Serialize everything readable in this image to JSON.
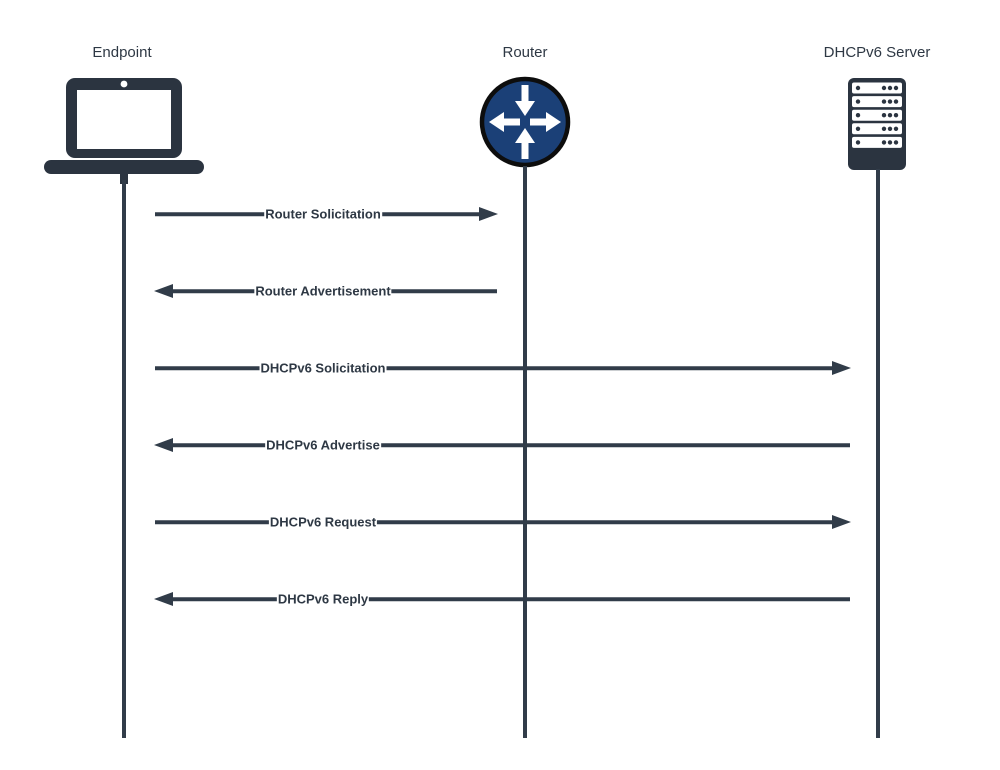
{
  "colors": {
    "line": "#313c49",
    "text": "#2e3844",
    "icon": "#2b3440",
    "router_fill": "#1b4077",
    "router_stroke": "#0d0d0d",
    "bg": "#ffffff"
  },
  "actors": [
    {
      "id": "endpoint",
      "label": "Endpoint",
      "icon": "laptop-icon"
    },
    {
      "id": "router",
      "label": "Router",
      "icon": "router-icon"
    },
    {
      "id": "dhcpv6-server",
      "label": "DHCPv6 Server",
      "icon": "server-icon"
    }
  ],
  "messages": [
    {
      "label": "Router Solicitation",
      "from": "endpoint",
      "to": "router",
      "direction": "right"
    },
    {
      "label": "Router Advertisement",
      "from": "router",
      "to": "endpoint",
      "direction": "left"
    },
    {
      "label": "DHCPv6 Solicitation",
      "from": "endpoint",
      "to": "dhcpv6-server",
      "direction": "right"
    },
    {
      "label": "DHCPv6 Advertise",
      "from": "dhcpv6-server",
      "to": "endpoint",
      "direction": "left"
    },
    {
      "label": "DHCPv6 Request",
      "from": "endpoint",
      "to": "dhcpv6-server",
      "direction": "right"
    },
    {
      "label": "DHCPv6 Reply",
      "from": "dhcpv6-server",
      "to": "endpoint",
      "direction": "left"
    }
  ]
}
